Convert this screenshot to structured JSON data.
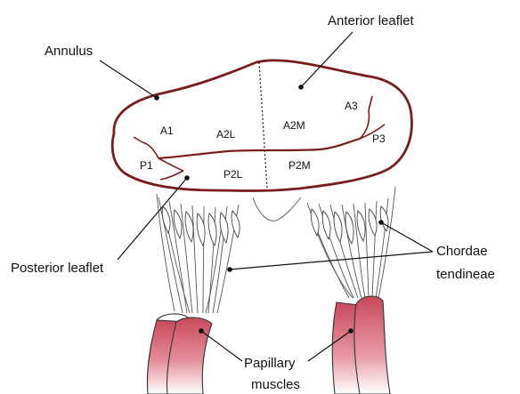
{
  "labels": {
    "annulus": "Annulus",
    "anterior_leaflet": "Anterior leaflet",
    "posterior_leaflet": "Posterior leaflet",
    "chordae_tendineae": [
      "Chordae",
      "tendineae"
    ],
    "papillary_muscles": [
      "Papillary",
      "muscles"
    ]
  },
  "segments": {
    "A1": "A1",
    "A2L": "A2L",
    "A2M": "A2M",
    "A3": "A3",
    "P1": "P1",
    "P2L": "P2L",
    "P2M": "P2M",
    "P3": "P3"
  },
  "colors": {
    "annulus": "#7a1c1c",
    "muscle": "#d9707f",
    "muscle_light": "#f7dfe3",
    "ink": "#111111"
  }
}
